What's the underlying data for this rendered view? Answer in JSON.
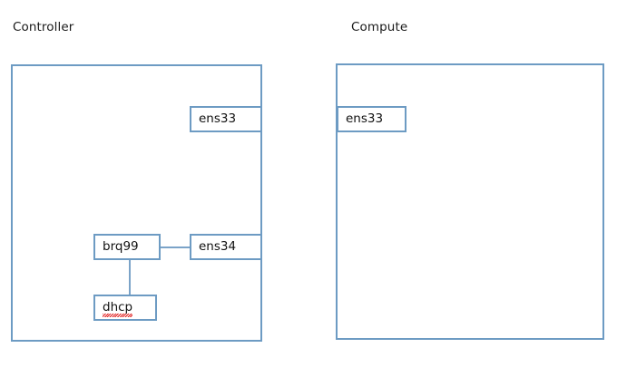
{
  "diagram": {
    "type": "network-topology",
    "background_color": "#ffffff",
    "border_color": "#6d9bc3",
    "link_color": "#7ba3c8",
    "text_color": "#111111",
    "spellcheck_underline_color": "#e01b1b"
  },
  "hosts": [
    {
      "id": "controller",
      "title": "Controller",
      "interfaces": [
        {
          "id": "controller-ens33",
          "label": "ens33",
          "misspelled": false
        },
        {
          "id": "controller-ens34",
          "label": "ens34",
          "misspelled": false
        },
        {
          "id": "controller-brq99",
          "label": "brq99",
          "misspelled": false
        },
        {
          "id": "controller-dhcp",
          "label": "dhcp",
          "misspelled": true
        }
      ]
    },
    {
      "id": "compute",
      "title": "Compute",
      "interfaces": [
        {
          "id": "compute-ens33",
          "label": "ens33",
          "misspelled": false
        }
      ]
    }
  ],
  "links": [
    {
      "id": "link-brq99-ens34",
      "from": "controller-brq99",
      "to": "controller-ens34",
      "orientation": "horizontal"
    },
    {
      "id": "link-brq99-dhcp",
      "from": "controller-brq99",
      "to": "controller-dhcp",
      "orientation": "vertical"
    }
  ]
}
